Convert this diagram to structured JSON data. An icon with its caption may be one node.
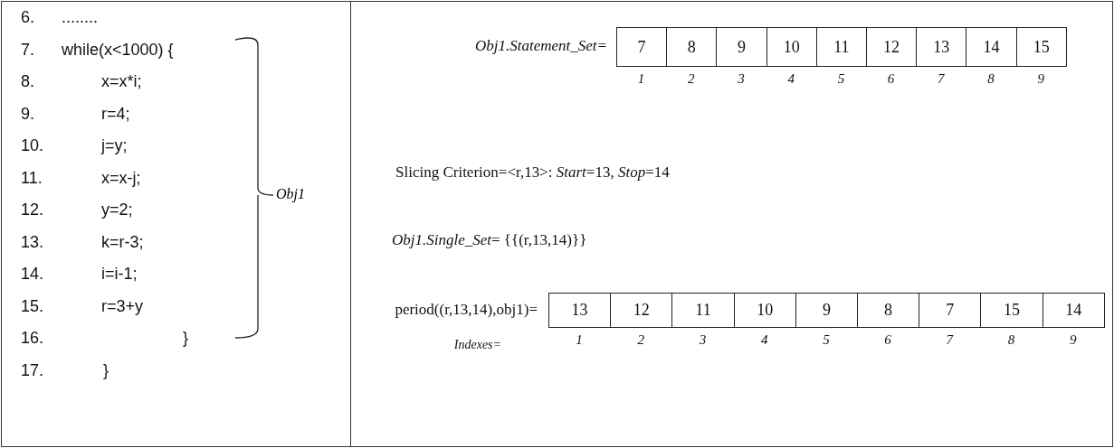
{
  "diagram": {
    "nodes": [
      {
        "text": [
          "6.",
          "........",
          "7.",
          "while(x<1000) {",
          "8.",
          "x=x*i;",
          "9.",
          "r=4;",
          "10.",
          "j=y;",
          "11.",
          "x=x-j;",
          "12.",
          "y=2;",
          "13.",
          "k=r-3;",
          "14.",
          "i=i-1;",
          "15.",
          "r=3+y",
          "16.",
          "}",
          "17.",
          "}"
        ]
      },
      {
        "text": [
          "Obj1.Statement_Set=",
          "Slicing Criterion=<r,13>: *Start*=13, *Stop*=14",
          "*Obj1.Single_Set*= {{(r,13,14)}}",
          "period((r,13,14),obj1)=",
          "Indexes="
        ]
      },
      {
        "text": [
          "7"
        ],
        "in": 1
      },
      {
        "text": [
          "8"
        ],
        "in": 1
      },
      {
        "text": [
          "9"
        ],
        "in": 1
      },
      {
        "text": [
          "10"
        ],
        "in": 1
      },
      {
        "text": [
          "11"
        ],
        "in": 1
      },
      {
        "text": [
          "12"
        ],
        "in": 1
      },
      {
        "text": [
          "13"
        ],
        "in": 1
      },
      {
        "text": [
          "14"
        ],
        "in": 1
      },
      {
        "text": [
          "15"
        ],
        "in": 1
      },
      {
        "text": [
          "13"
        ],
        "in": 1
      },
      {
        "text": [
          "12"
        ],
        "in": 1
      },
      {
        "text": [
          "11"
        ],
        "in": 1
      },
      {
        "text": [
          "10"
        ],
        "in": 1
      },
      {
        "text": [
          "9"
        ],
        "in": 1
      },
      {
        "text": [
          "8"
        ],
        "in": 1
      },
      {
        "text": [
          "7"
        ],
        "in": 1
      },
      {
        "text": [
          "15"
        ],
        "in": 1
      },
      {
        "text": [
          "14"
        ],
        "in": 1
      }
    ],
    "labels": [
      "Obj1",
      "1",
      "2",
      "3",
      "4",
      "5",
      "6",
      "7",
      "8",
      "9",
      "1",
      "2",
      "3",
      "4",
      "5",
      "6",
      "7",
      "8",
      "9"
    ]
  }
}
